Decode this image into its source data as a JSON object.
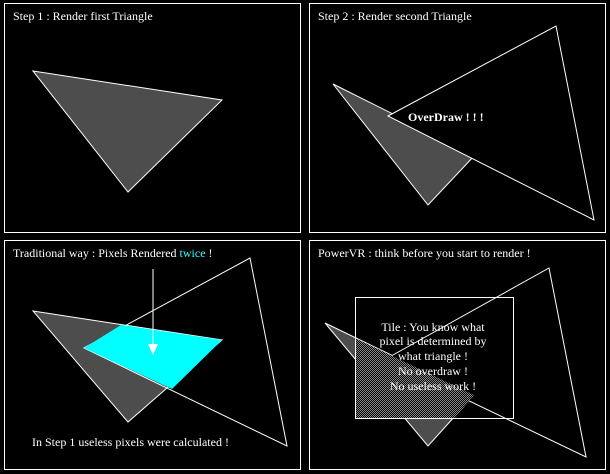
{
  "colors": {
    "background": "#000000",
    "border": "#ffffff",
    "text": "#ffffff",
    "triangle_fill": "#4d4d4d",
    "overlap": "#00ffff",
    "highlight_text": "#33ffff"
  },
  "panel1": {
    "title": "Step 1 : Render first Triangle"
  },
  "panel2": {
    "title": "Step 2 : Render second Triangle",
    "callout": "OverDraw ! ! !"
  },
  "panel3": {
    "title_part1": "Traditional way : Pixels Rendered ",
    "title_highlight": "twice",
    "title_part2": " !",
    "caption": "In Step 1 useless pixels were calculated !"
  },
  "panel4": {
    "title": "PowerVR : think before you start to render !",
    "tile_lines": [
      "Tile : You know what",
      "pixel is determined by",
      "what triangle !",
      "No overdraw !",
      "No useless work !"
    ]
  }
}
